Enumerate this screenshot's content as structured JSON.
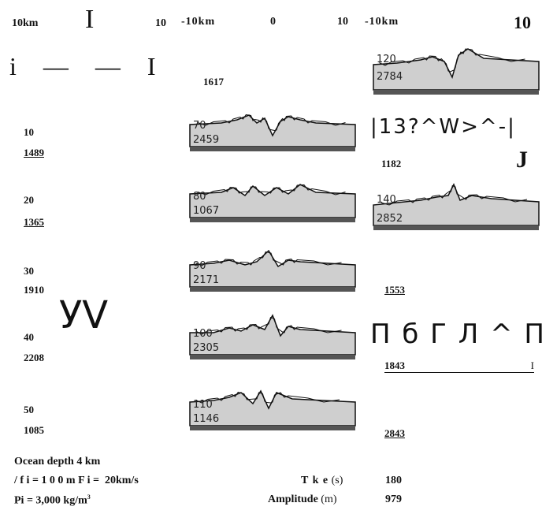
{
  "top_axis": {
    "a_left": "10km",
    "a_roman": "I",
    "a_right": "10",
    "b_left": "-10km",
    "b_mid": "0",
    "b_right": "10",
    "c_left": "-10km",
    "c_right": "10"
  },
  "glyph_row": "i  —  —  I",
  "center_top_value": "1617",
  "left_column": [
    {
      "label": "10",
      "value": "1489"
    },
    {
      "label": "20",
      "value": "1365"
    },
    {
      "label": "30",
      "value": "1910"
    },
    {
      "label": "40",
      "value": "2208"
    },
    {
      "label": "50",
      "value": "1085"
    }
  ],
  "big_yv": "УV",
  "center_panels": [
    {
      "time": "70",
      "value": "2459"
    },
    {
      "time": "80",
      "value": "1067"
    },
    {
      "time": "90",
      "value": "2171"
    },
    {
      "time": "100",
      "value": "2305"
    },
    {
      "time": "110",
      "value": "1146"
    }
  ],
  "right_panels": [
    {
      "time": "120",
      "value": "2784"
    },
    {
      "time": "140",
      "value": "2852"
    }
  ],
  "right_glyphs_1": "|13?^W>^-|",
  "right_value_1": "1182",
  "right_j": "J",
  "right_value_2": "1553",
  "right_glyphs_2": "П б Г Л ^ П",
  "right_value_3": "1843",
  "right_value_3_mark": "I",
  "right_value_4": "2843",
  "footer": {
    "line1": "Ocean depth 4 km",
    "line2": "/ f i = 1 0 0 m F i =  20km/s",
    "line3_prefix": "Pi = 3,000 kg/m",
    "line3_sup": "3",
    "tke_label": "T k e",
    "tke_unit": "(s)",
    "tke_value": "180",
    "amp_label": "Amplitude",
    "amp_unit": "(m)",
    "amp_value": "979"
  },
  "colors": {
    "water": "#cfcfcf",
    "seabed": "#555555",
    "line": "#111111"
  }
}
